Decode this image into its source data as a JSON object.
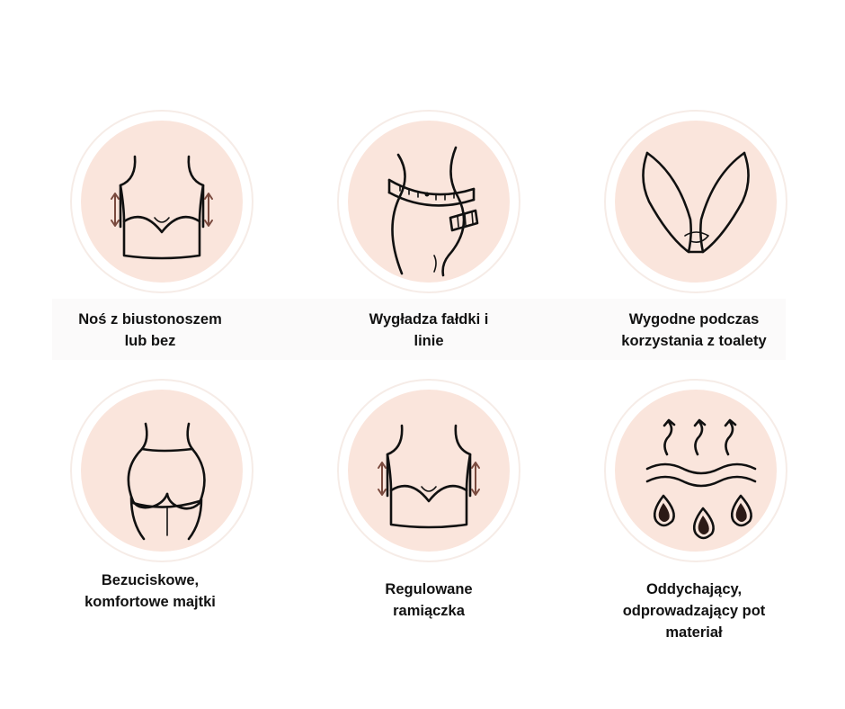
{
  "features": [
    {
      "icon": "bra-straps-icon",
      "lines": [
        "Noś z biustonoszem",
        "lub bez"
      ]
    },
    {
      "icon": "waist-measure-icon",
      "lines": [
        "Wygładza fałdki i",
        "linie"
      ]
    },
    {
      "icon": "crotch-opening-icon",
      "lines": [
        "Wygodne podczas",
        "korzystania z toalety"
      ]
    },
    {
      "icon": "seamless-briefs-icon",
      "lines": [
        "Bezuciskowe,",
        "komfortowe majtki"
      ]
    },
    {
      "icon": "adjustable-straps-icon",
      "lines": [
        "Regulowane",
        "ramiączka"
      ]
    },
    {
      "icon": "breathable-material-icon",
      "lines": [
        "Oddychający,",
        "odprowadzający pot",
        "materiał"
      ]
    }
  ],
  "colors": {
    "circle_fill": "#fae5dc",
    "circle_ring": "#f6ece7",
    "arrow": "#7a4a3e",
    "text": "#111111",
    "band": "#fbfafa"
  }
}
